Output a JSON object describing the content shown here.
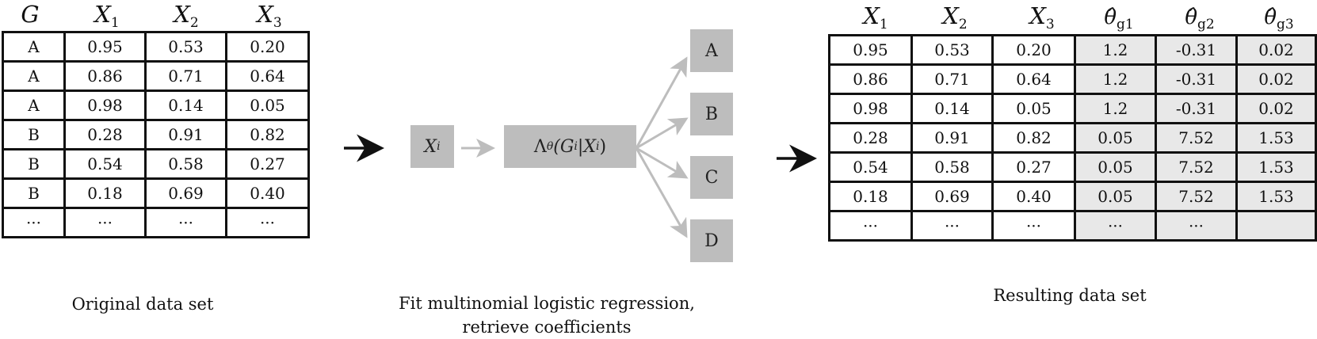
{
  "left_table": {
    "headers": [
      {
        "sym": "G",
        "sub": ""
      },
      {
        "sym": "X",
        "sub": "1"
      },
      {
        "sym": "X",
        "sub": "2"
      },
      {
        "sym": "X",
        "sub": "3"
      }
    ],
    "rows": [
      [
        "A",
        "0.95",
        "0.53",
        "0.20"
      ],
      [
        "A",
        "0.86",
        "0.71",
        "0.64"
      ],
      [
        "A",
        "0.98",
        "0.14",
        "0.05"
      ],
      [
        "B",
        "0.28",
        "0.91",
        "0.82"
      ],
      [
        "B",
        "0.54",
        "0.58",
        "0.27"
      ],
      [
        "B",
        "0.18",
        "0.69",
        "0.40"
      ],
      [
        "···",
        "···",
        "···",
        "···"
      ]
    ],
    "caption": "Original data set"
  },
  "middle": {
    "input_symbol": "X",
    "input_sub": "i",
    "model_label": "Λ",
    "model_label_rest": "(G",
    "model_theta": "θ",
    "model_i1": "i",
    "model_bar": "|X",
    "model_i2": "i",
    "model_close": ")",
    "classes": [
      "A",
      "B",
      "C",
      "D"
    ],
    "caption_line1": "Fit multinomial logistic regression,",
    "caption_line2": "retrieve coefficients"
  },
  "right_table": {
    "headers": [
      {
        "sym": "X",
        "sub": "1",
        "hat": false
      },
      {
        "sym": "X",
        "sub": "2",
        "hat": false
      },
      {
        "sym": "X",
        "sub": "3",
        "hat": false
      },
      {
        "sym": "θ",
        "sub": "g1",
        "hat": true
      },
      {
        "sym": "θ",
        "sub": "g2",
        "hat": true
      },
      {
        "sym": "θ",
        "sub": "g3",
        "hat": true
      }
    ],
    "rows": [
      [
        "0.95",
        "0.53",
        "0.20",
        "1.2",
        "-0.31",
        "0.02"
      ],
      [
        "0.86",
        "0.71",
        "0.64",
        "1.2",
        "-0.31",
        "0.02"
      ],
      [
        "0.98",
        "0.14",
        "0.05",
        "1.2",
        "-0.31",
        "0.02"
      ],
      [
        "0.28",
        "0.91",
        "0.82",
        "0.05",
        "7.52",
        "1.53"
      ],
      [
        "0.54",
        "0.58",
        "0.27",
        "0.05",
        "7.52",
        "1.53"
      ],
      [
        "0.18",
        "0.69",
        "0.40",
        "0.05",
        "7.52",
        "1.53"
      ],
      [
        "···",
        "···",
        "···",
        "···",
        "···",
        ""
      ]
    ],
    "shaded_from_col": 3,
    "caption": "Resulting data set"
  }
}
